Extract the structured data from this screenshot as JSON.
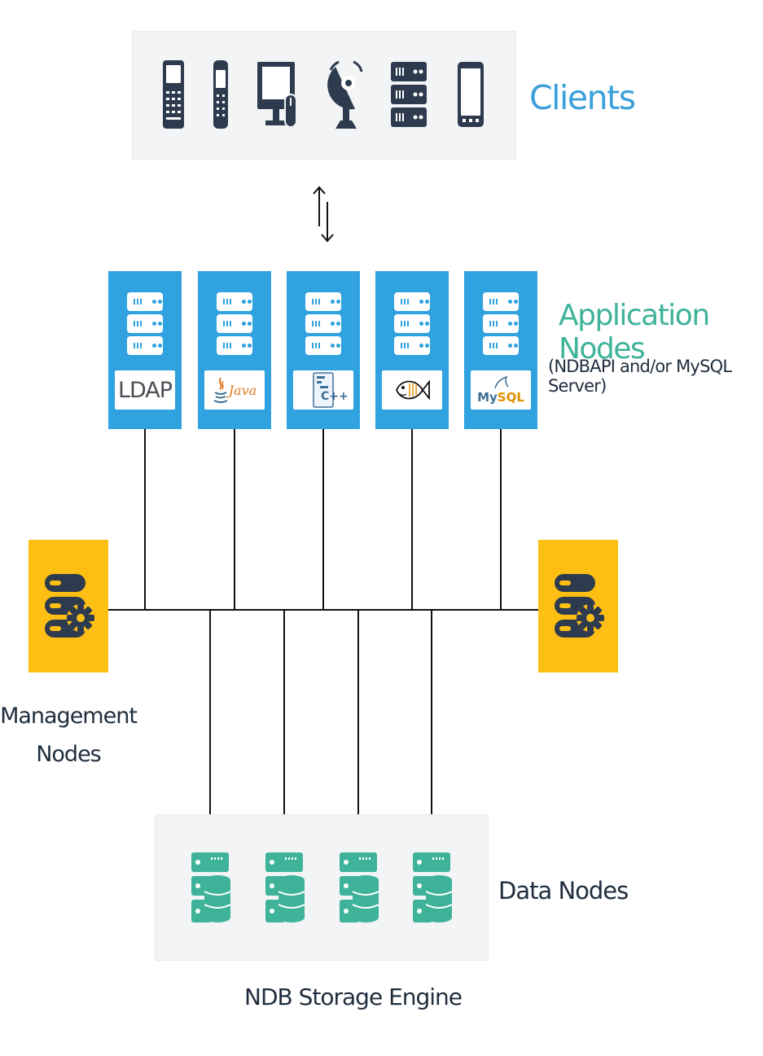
{
  "clients": {
    "label": "Clients",
    "icons": [
      "blackberry-phone-icon",
      "feature-phone-icon",
      "desktop-computer-icon",
      "satellite-dish-icon",
      "server-rack-icon",
      "smartphone-icon"
    ]
  },
  "application_nodes": {
    "label": "Application Nodes",
    "sublabel": "(NDBAPI and/or MySQL Server)",
    "nodes": [
      {
        "tech": "LDAP",
        "icon": "ldap-logo"
      },
      {
        "tech": "Java",
        "icon": "java-logo"
      },
      {
        "tech": "C++",
        "icon": "cpp-logo"
      },
      {
        "tech": "",
        "icon": "fish-logo"
      },
      {
        "tech_my": "My",
        "tech_sql": "SQL",
        "icon": "mysql-logo"
      }
    ]
  },
  "management_nodes": {
    "label_line1": "Management",
    "label_line2": "Nodes",
    "icon": "server-gear-icon"
  },
  "data_nodes": {
    "label": "Data Nodes",
    "icon": "database-server-icon",
    "count": 4
  },
  "storage_engine": {
    "label": "NDB Storage Engine"
  },
  "colors": {
    "clients_title": "#3aa0dc",
    "app_node_bg": "#2fa2df",
    "app_title": "#3fb39a",
    "management_bg": "#fdbf14",
    "data_icon": "#3fb39a",
    "dark_icon": "#2e3b4e"
  }
}
